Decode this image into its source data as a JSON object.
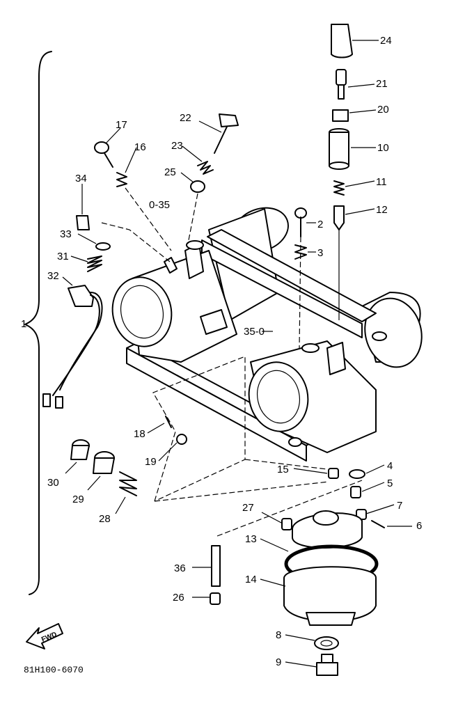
{
  "diagram": {
    "code": "81H100-6070",
    "fwd_label": "FWD",
    "callouts": [
      {
        "num": "1"
      },
      {
        "num": "2"
      },
      {
        "num": "3"
      },
      {
        "num": "4"
      },
      {
        "num": "5"
      },
      {
        "num": "6"
      },
      {
        "num": "7"
      },
      {
        "num": "8"
      },
      {
        "num": "9"
      },
      {
        "num": "10"
      },
      {
        "num": "11"
      },
      {
        "num": "12"
      },
      {
        "num": "13"
      },
      {
        "num": "14"
      },
      {
        "num": "15"
      },
      {
        "num": "16"
      },
      {
        "num": "17"
      },
      {
        "num": "18"
      },
      {
        "num": "19"
      },
      {
        "num": "20"
      },
      {
        "num": "21"
      },
      {
        "num": "22"
      },
      {
        "num": "23"
      },
      {
        "num": "24"
      },
      {
        "num": "25"
      },
      {
        "num": "26"
      },
      {
        "num": "27"
      },
      {
        "num": "28"
      },
      {
        "num": "29"
      },
      {
        "num": "30"
      },
      {
        "num": "31"
      },
      {
        "num": "32"
      },
      {
        "num": "33"
      },
      {
        "num": "34"
      },
      {
        "num": "35",
        "prefix": "0-"
      },
      {
        "num": "35",
        "suffix": "-0"
      },
      {
        "num": "36"
      }
    ]
  }
}
